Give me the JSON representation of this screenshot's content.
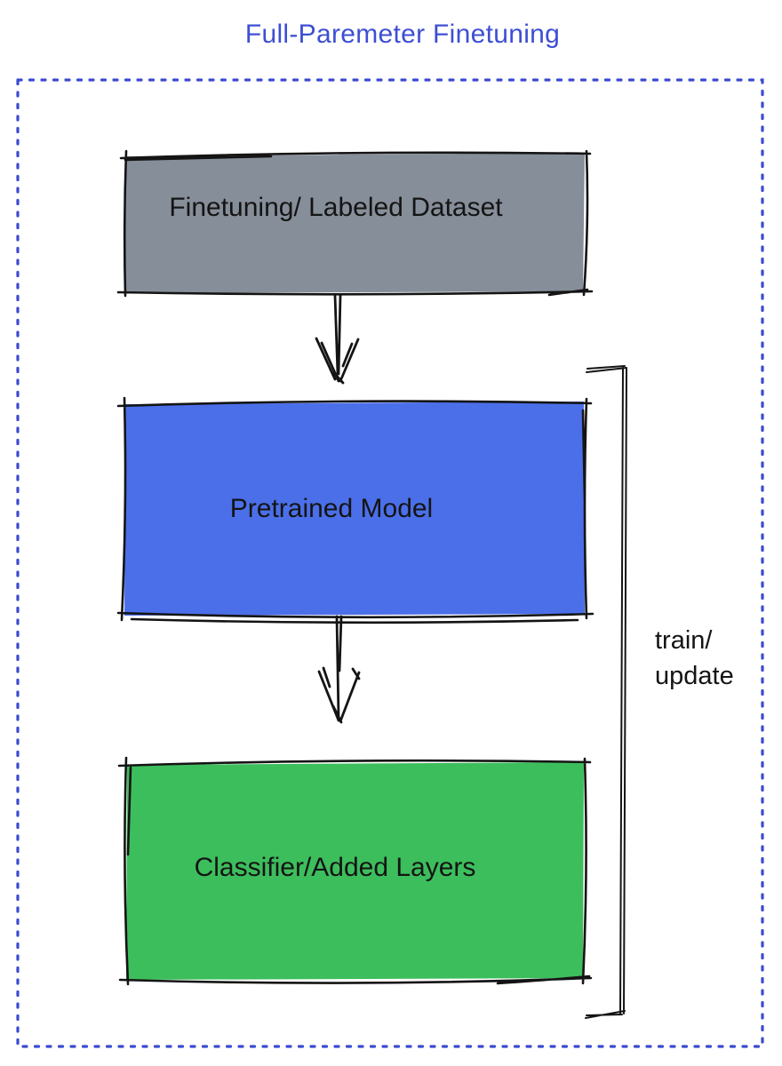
{
  "title": "Full-Paremeter Finetuning",
  "nodes": [
    {
      "id": "finetuning-dataset",
      "label": "Finetuning/ Labeled Dataset",
      "fill": "#868E99"
    },
    {
      "id": "pretrained-model",
      "label": "Pretrained Model",
      "fill": "#4B6FE8"
    },
    {
      "id": "classifier-added-layers",
      "label": "Classifier/Added Layers",
      "fill": "#3DBE5C"
    }
  ],
  "edges": [
    {
      "from": "finetuning-dataset",
      "to": "pretrained-model",
      "style": "hand-drawn-arrow-down"
    },
    {
      "from": "pretrained-model",
      "to": "classifier-added-layers",
      "style": "hand-drawn-arrow-down"
    }
  ],
  "annotation": {
    "line1": "train/",
    "line2": "update"
  },
  "colors": {
    "title_blue": "#3D4FD3",
    "border_blue": "#3A4BD0",
    "node_gray": "#868E99",
    "node_blue": "#4B6FE8",
    "node_green": "#3DBE5C",
    "ink": "#141414"
  }
}
